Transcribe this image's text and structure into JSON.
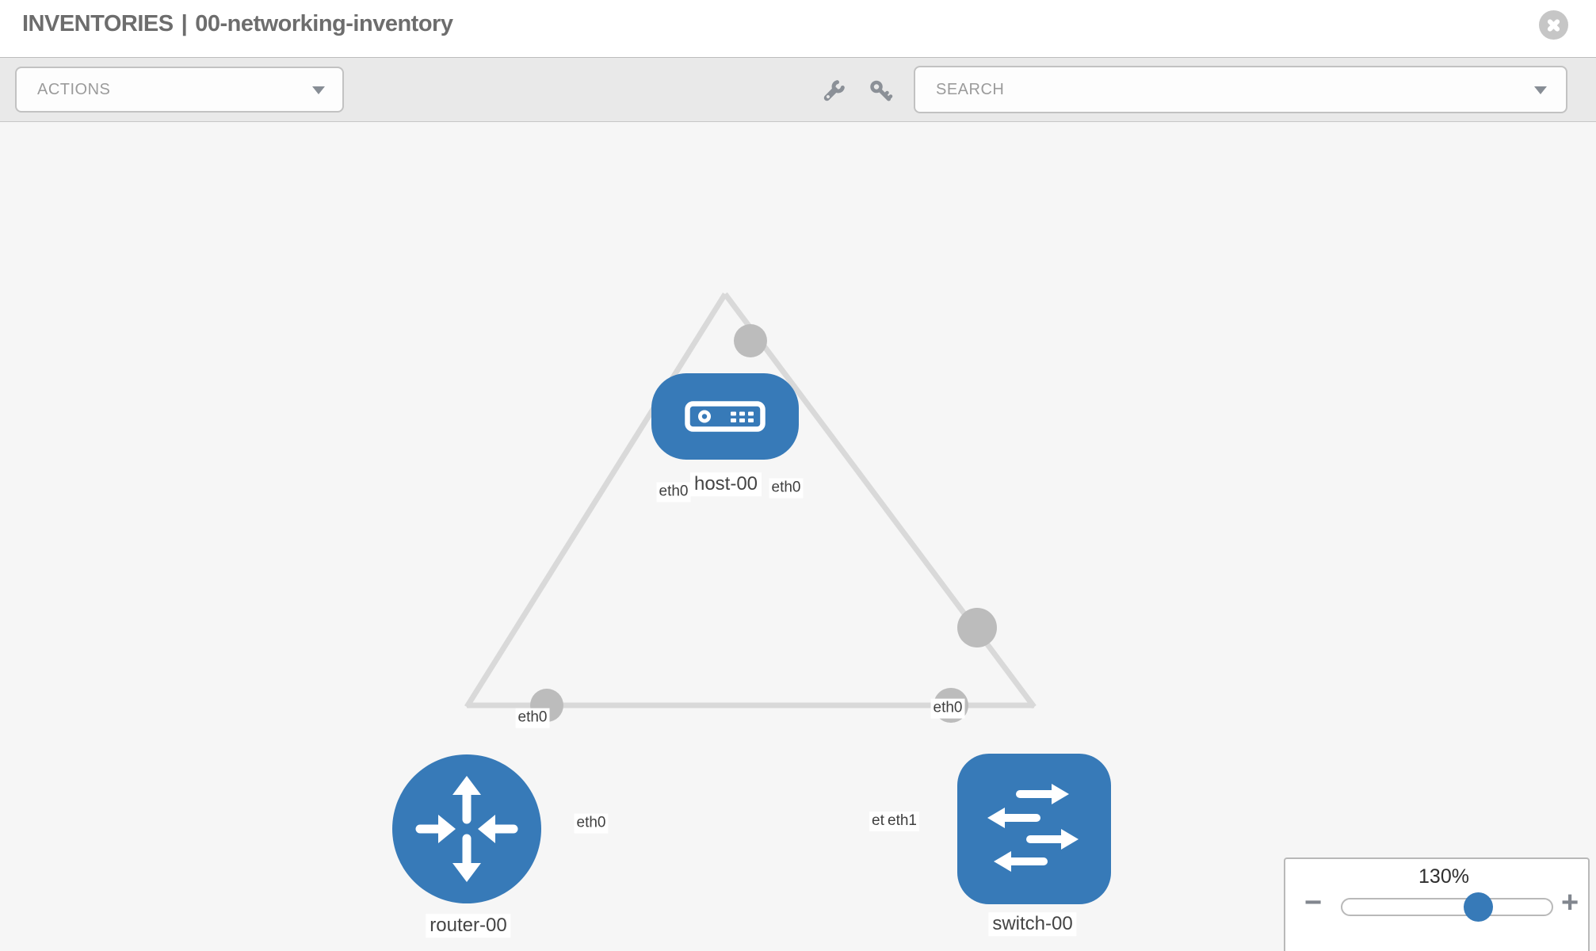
{
  "window": {
    "title_primary": "INVENTORIES",
    "title_separator": "|",
    "title_secondary": "00-networking-inventory"
  },
  "toolbar": {
    "actions_label": "ACTIONS",
    "search_label": "SEARCH",
    "wrench_icon": "wrench",
    "key_icon": "key"
  },
  "canvas": {
    "nodes": [
      {
        "id": "host-00",
        "type": "host",
        "label": "host-00"
      },
      {
        "id": "router-00",
        "type": "router",
        "label": "router-00"
      },
      {
        "id": "switch-00",
        "type": "switch",
        "label": "switch-00"
      }
    ],
    "links": [
      {
        "from": "host-00",
        "to": "router-00",
        "from_iface": "eth0",
        "to_iface": "eth0"
      },
      {
        "from": "host-00",
        "to": "switch-00",
        "from_iface": "eth0",
        "to_iface": "eth0"
      },
      {
        "from": "router-00",
        "to": "switch-00",
        "from_iface": "eth0",
        "to_iface": "eth1",
        "to_iface_overlapped": "eth0"
      }
    ]
  },
  "zoom_control": {
    "level": "130%",
    "minus_label": "−",
    "plus_label": "+"
  },
  "colors": {
    "node_blue": "#377ab8",
    "link_gray": "#d9d9d9",
    "connector_gray": "#bcbcbc",
    "canvas_bg": "#f6f6f6",
    "toolbar_bg": "#e9e9e9",
    "title_gray": "#6d6d6d"
  }
}
